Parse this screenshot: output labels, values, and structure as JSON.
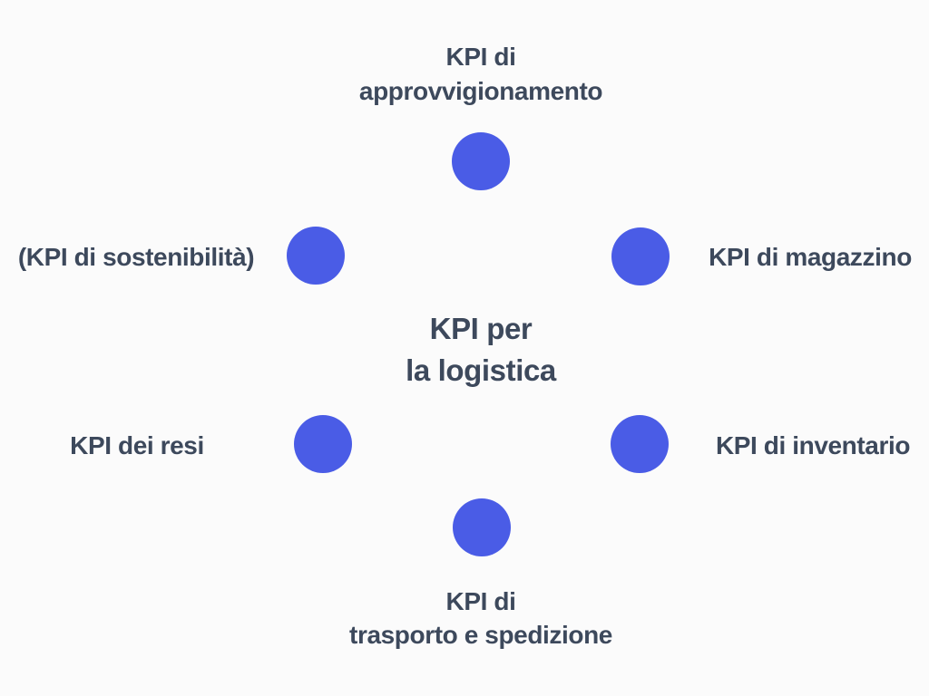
{
  "diagram": {
    "center": {
      "title": "KPI per\nla logistica"
    },
    "nodes": {
      "top": {
        "label": "KPI di\napprovvigionamento",
        "icon": "blue-dot"
      },
      "upper_left": {
        "label": "(KPI di sostenibilità)",
        "icon": "blue-dot"
      },
      "upper_right": {
        "label": "KPI di magazzino",
        "icon": "blue-dot"
      },
      "lower_left": {
        "label": "KPI dei resi",
        "icon": "blue-dot"
      },
      "lower_right": {
        "label": "KPI di inventario",
        "icon": "blue-dot"
      },
      "bottom": {
        "label": "KPI di\ntrasporto e spedizione",
        "icon": "blue-dot"
      }
    },
    "colors": {
      "dot": "#4a5ce6",
      "text": "#3d495c",
      "background": "#fbfbfb"
    }
  }
}
